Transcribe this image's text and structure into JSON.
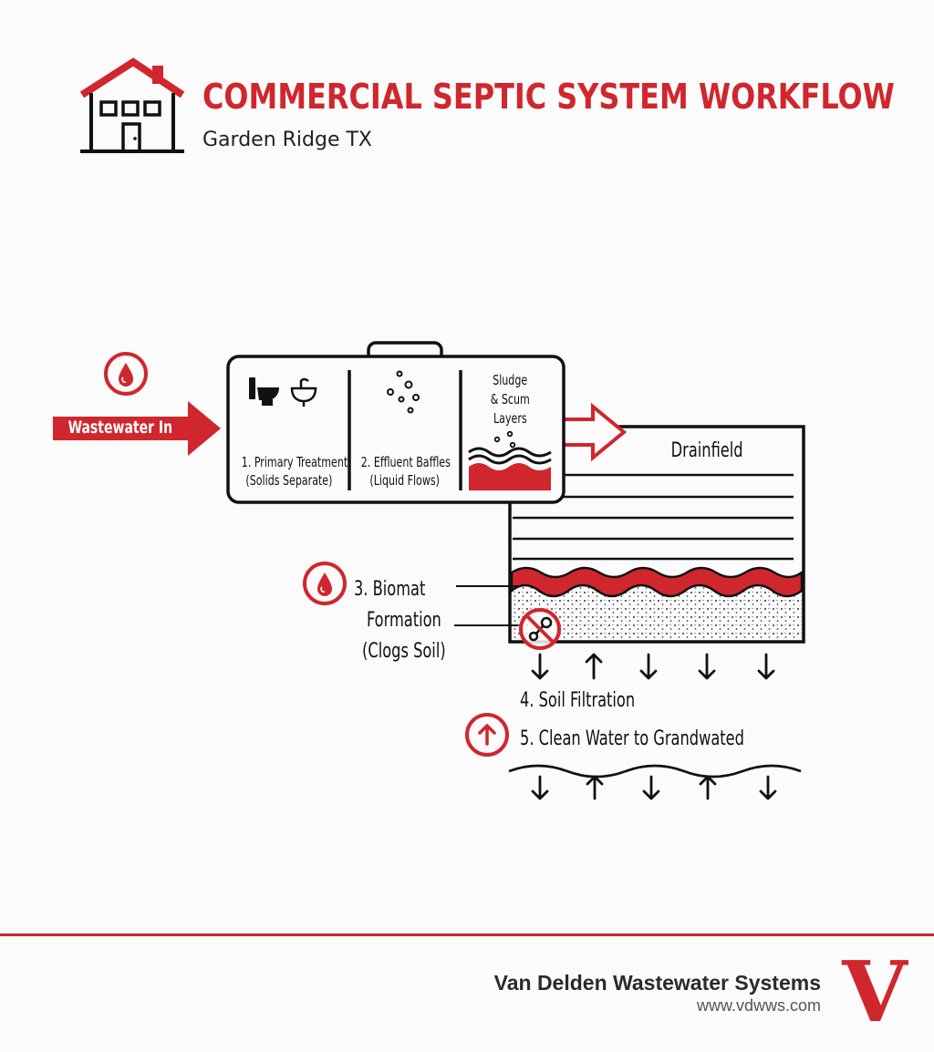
{
  "header": {
    "title": "COMMERCIAL SEPTIC SYSTEM WORKFLOW",
    "subtitle": "Garden Ridge TX",
    "icon": "house-icon"
  },
  "colors": {
    "accent": "#d0262d",
    "ink": "#111111"
  },
  "diagram": {
    "inlet_label": "Wastewater In",
    "tank": {
      "step1": {
        "line1": "1. Primary Treatment",
        "line2": "(Solids Separate)"
      },
      "step2": {
        "line1": "2. Effluent Baffles",
        "line2": "(Liquid Flows)"
      },
      "layers": {
        "line1": "Sludge",
        "line2": "& Scum",
        "line3": "Layers"
      }
    },
    "drainfield_label": "Drainfield",
    "step3": {
      "line1": "3. Biomat",
      "line2": "Formation",
      "line3": "(Clogs Soil)"
    },
    "step4": "4. Soil Filtration",
    "step5": "5. Clean Water to Grandwated"
  },
  "footer": {
    "company": "Van Delden Wastewater Systems",
    "url": "www.vdwws.com",
    "logo_letter": "V"
  }
}
